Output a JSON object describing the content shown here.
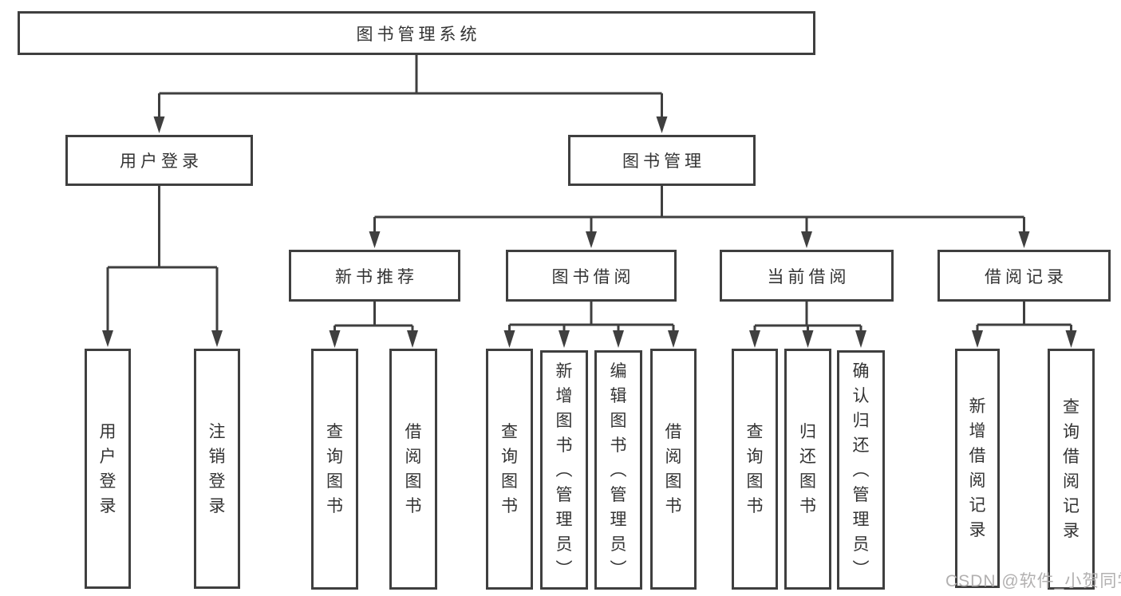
{
  "diagram": {
    "root": {
      "label": "图书管理系统"
    },
    "level2": [
      {
        "label": "用户登录",
        "children": [
          {
            "label": "用户登录"
          },
          {
            "label": "注销登录"
          }
        ]
      },
      {
        "label": "图书管理",
        "children": [
          {
            "label": "新书推荐",
            "children": [
              {
                "label": "查询图书"
              },
              {
                "label": "借阅图书"
              }
            ]
          },
          {
            "label": "图书借阅",
            "children": [
              {
                "label": "查询图书"
              },
              {
                "label": "新增图书（管理员）"
              },
              {
                "label": "编辑图书（管理员）"
              },
              {
                "label": "借阅图书"
              }
            ]
          },
          {
            "label": "当前借阅",
            "children": [
              {
                "label": "查询图书"
              },
              {
                "label": "归还图书"
              },
              {
                "label": "确认归还（管理员）"
              }
            ]
          },
          {
            "label": "借阅记录",
            "children": [
              {
                "label": "新增借阅记录"
              },
              {
                "label": "查询借阅记录"
              }
            ]
          }
        ]
      }
    ]
  },
  "colors": {
    "line": "#3f3f3f",
    "text": "#333333",
    "watermark": "#b2b0b0",
    "background": "#ffffff"
  },
  "watermark": {
    "text": "CSDN @软件_小贺同学"
  }
}
